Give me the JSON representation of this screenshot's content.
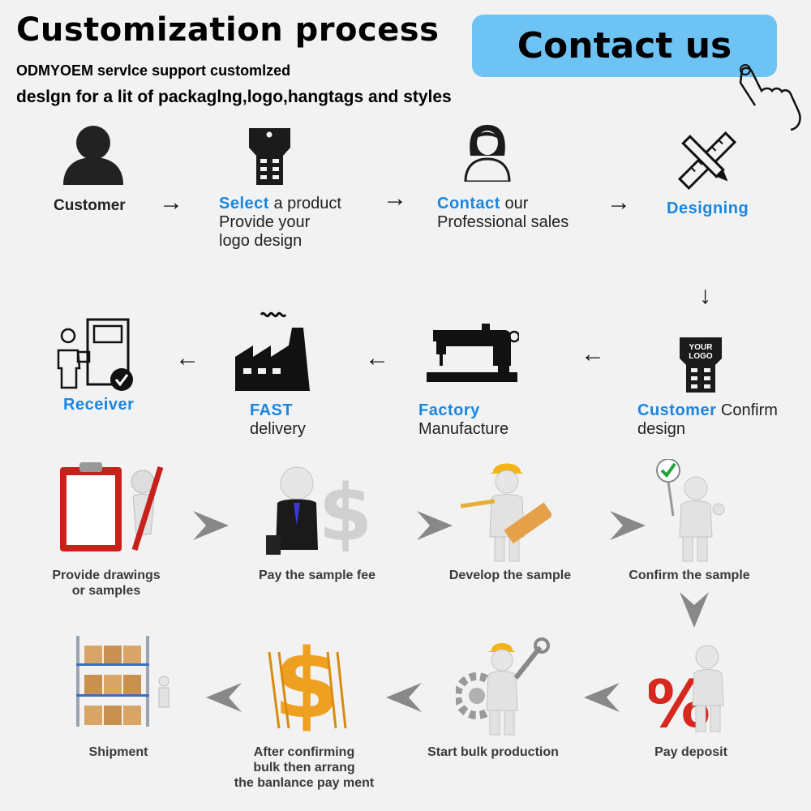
{
  "header": {
    "title": "Customization process",
    "subtitle_line1": "ODMYOEM servlce support customlzed",
    "subtitle_line2": "deslgn for a lit of packaglng,logo,hangtags and styles",
    "contact_button": "Contact us"
  },
  "colors": {
    "accent_blue": "#1a86e0",
    "button_blue": "#6ec3f5",
    "background": "#f2f2f2",
    "red_accent": "#d6281e",
    "gold": "#f0a020"
  },
  "flow_top": {
    "customer": "Customer",
    "select_blue": "Select",
    "select_rest1": " a product",
    "select_line2": "Provide your",
    "select_line3": "logo design",
    "contact_blue": "Contact",
    "contact_rest": "  our",
    "contact_line2": "Professional sales",
    "designing": "Designing",
    "receiver": "Receiver",
    "fast_blue": "FAST",
    "fast_line2": "delivery",
    "factory_blue": "Factory",
    "factory_line2": "Manufacture",
    "customer_blue": "Customer",
    "customer_rest": "  Confirm",
    "customer_line2": "design",
    "logo_tag_line1": "YOUR",
    "logo_tag_line2": "LOGO"
  },
  "flow_bottom": {
    "step1_line1": "Provide drawings",
    "step1_line2": "or samples",
    "step2": "Pay the sample fee",
    "step3": "Develop the sample",
    "step4": "Confirm the sample",
    "step5": "Pay deposit",
    "step6": "Start bulk production",
    "step7_line1": "After confirming",
    "step7_line2": "bulk then arrang",
    "step7_line3": "the banlance pay ment",
    "step8": "Shipment",
    "percent": "%",
    "dollar": "$"
  },
  "icons": {
    "customer": "person-silhouette-icon",
    "product": "hang-tag-icon",
    "sales": "woman-avatar-icon",
    "design": "ruler-pencil-icon",
    "receiver": "person-with-door-check-icon",
    "delivery": "factory-icon",
    "manufacture": "sewing-machine-icon",
    "confirm": "logo-tag-icon",
    "arrow": "arrow-icon",
    "chevron": "chevron-icon"
  }
}
